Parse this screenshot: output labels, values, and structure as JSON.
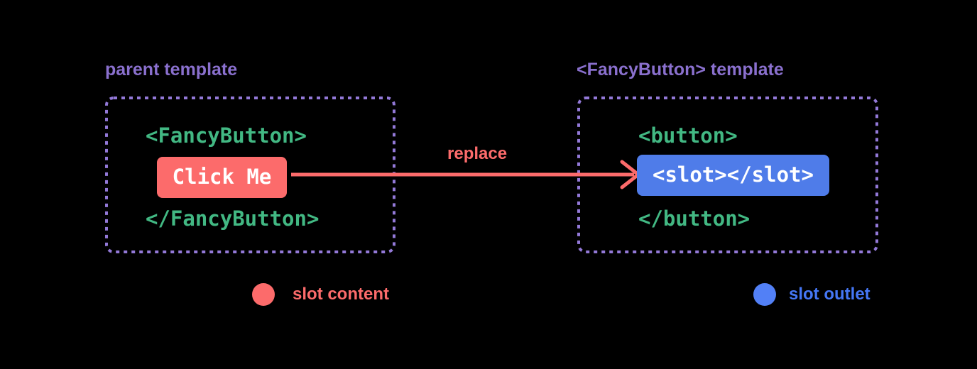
{
  "colors": {
    "background": "#000000",
    "title_purple": "#8a70ce",
    "box_border_purple": "#9379d8",
    "tag_green": "#42b883",
    "accent_red": "#fc6b6b",
    "slot_button_blue": "#4f7ce9",
    "legend_dot_blue": "#5280f6",
    "legend_text_blue": "#4577f6",
    "button_text_white": "#ffffff"
  },
  "parent": {
    "title": "parent template",
    "open_tag": "<FancyButton>",
    "button_label": "Click Me",
    "close_tag": "</FancyButton>"
  },
  "fancy_button": {
    "title": "<FancyButton> template",
    "open_tag": "<button>",
    "slot_code": "<slot></slot>",
    "close_tag": "</button>"
  },
  "arrow": {
    "label": "replace"
  },
  "legend": {
    "slot_content": "slot content",
    "slot_outlet": "slot outlet"
  }
}
